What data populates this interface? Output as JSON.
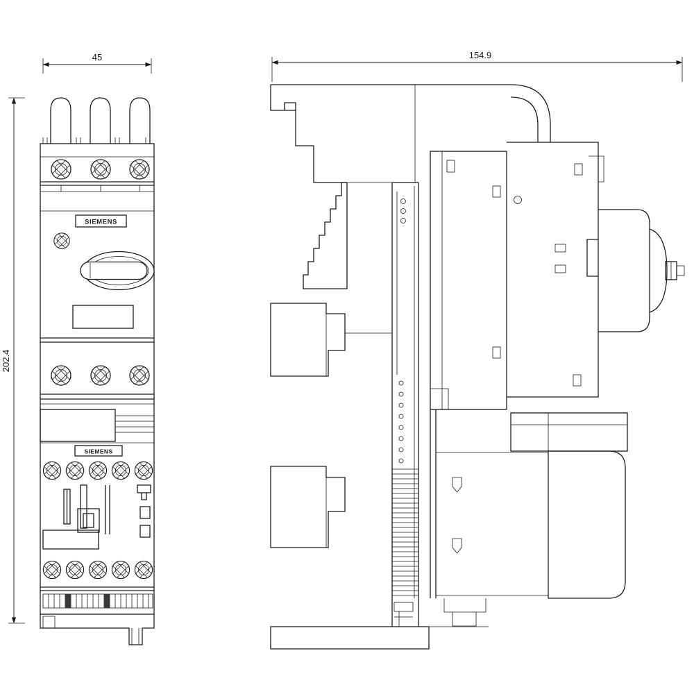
{
  "dims": {
    "front_width": "45",
    "front_height": "202.4",
    "side_depth": "154.9"
  },
  "brand": {
    "top_label": "SIEMENS",
    "bottom_label": "SIEMENS"
  },
  "colors": {
    "line": "#1a1a1a",
    "background": "#ffffff"
  }
}
